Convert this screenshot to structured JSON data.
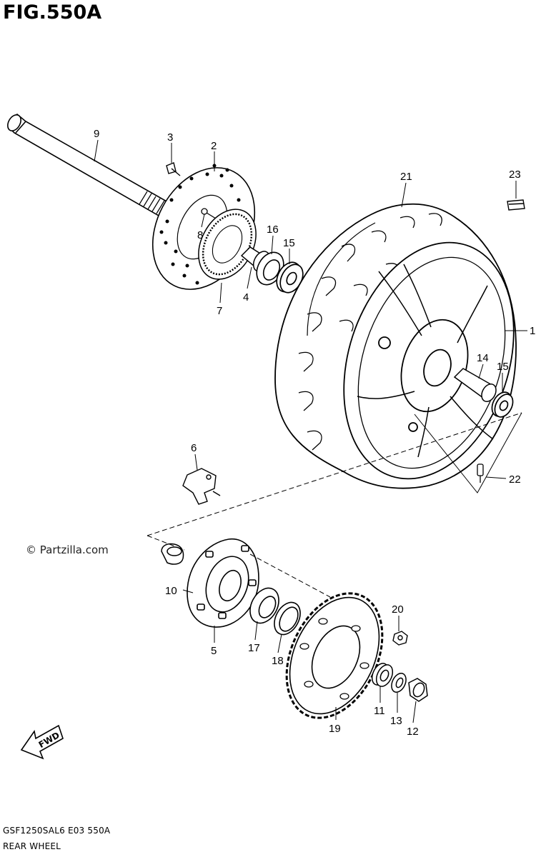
{
  "figure": {
    "title": "FIG.550A",
    "copyright": "© Partzilla.com",
    "footer_code": "GSF1250SAL6  E03  550A",
    "footer_name": "REAR WHEEL",
    "fwd_label": "FWD"
  },
  "callouts": [
    {
      "id": "c1",
      "label": "1"
    },
    {
      "id": "c2",
      "label": "2"
    },
    {
      "id": "c3",
      "label": "3"
    },
    {
      "id": "c4",
      "label": "4"
    },
    {
      "id": "c5",
      "label": "5"
    },
    {
      "id": "c6",
      "label": "6"
    },
    {
      "id": "c7",
      "label": "7"
    },
    {
      "id": "c8",
      "label": "8"
    },
    {
      "id": "c9",
      "label": "9"
    },
    {
      "id": "c10",
      "label": "10"
    },
    {
      "id": "c11",
      "label": "11"
    },
    {
      "id": "c12",
      "label": "12"
    },
    {
      "id": "c13",
      "label": "13"
    },
    {
      "id": "c14",
      "label": "14"
    },
    {
      "id": "c15a",
      "label": "15"
    },
    {
      "id": "c15b",
      "label": "15"
    },
    {
      "id": "c16",
      "label": "16"
    },
    {
      "id": "c17",
      "label": "17"
    },
    {
      "id": "c18",
      "label": "18"
    },
    {
      "id": "c19",
      "label": "19"
    },
    {
      "id": "c20",
      "label": "20"
    },
    {
      "id": "c21",
      "label": "21"
    },
    {
      "id": "c22",
      "label": "22"
    },
    {
      "id": "c23",
      "label": "23"
    }
  ]
}
